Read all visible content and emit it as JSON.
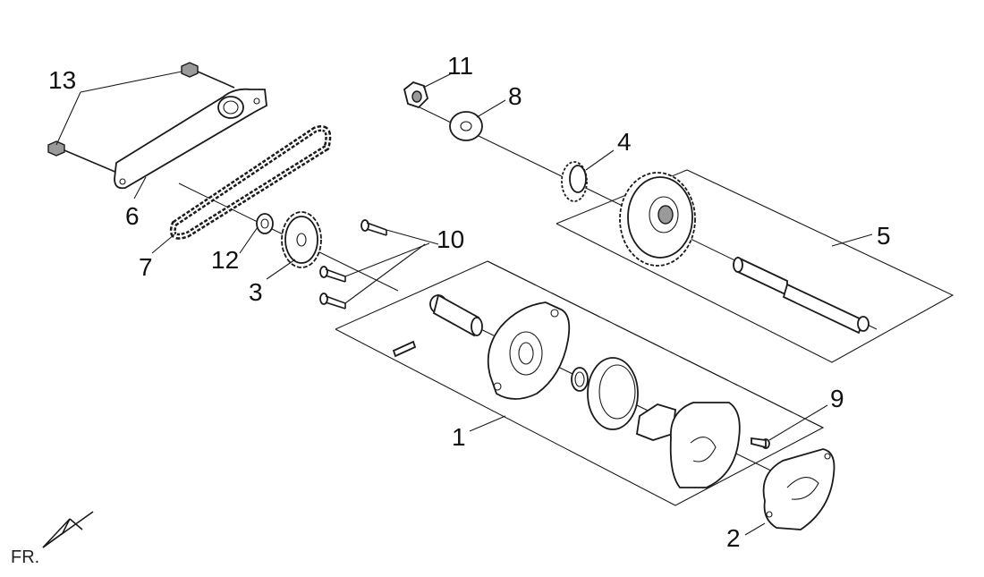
{
  "diagram": {
    "callouts": [
      {
        "id": "1",
        "text": "1"
      },
      {
        "id": "2",
        "text": "2"
      },
      {
        "id": "3",
        "text": "3"
      },
      {
        "id": "4",
        "text": "4"
      },
      {
        "id": "5",
        "text": "5"
      },
      {
        "id": "6",
        "text": "6"
      },
      {
        "id": "7",
        "text": "7"
      },
      {
        "id": "8",
        "text": "8"
      },
      {
        "id": "9",
        "text": "9"
      },
      {
        "id": "10",
        "text": "10"
      },
      {
        "id": "11",
        "text": "11"
      },
      {
        "id": "12",
        "text": "12"
      },
      {
        "id": "13",
        "text": "13"
      }
    ],
    "direction_label": "FR."
  }
}
